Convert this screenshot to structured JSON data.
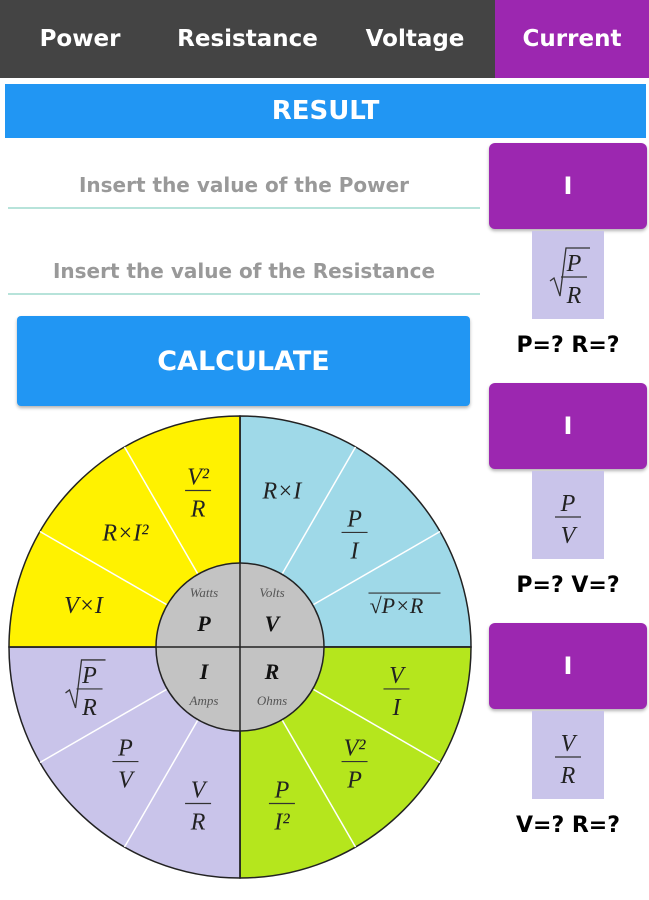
{
  "tabs": [
    {
      "label": "Power"
    },
    {
      "label": "Resistance"
    },
    {
      "label": "Voltage"
    },
    {
      "label": "Current",
      "active": true
    }
  ],
  "result_label": "RESULT",
  "inputs": {
    "power_placeholder": "Insert the value of the Power",
    "resistance_placeholder": "Insert the value of the Resistance"
  },
  "calculate_label": "CALCULATE",
  "cards": [
    {
      "button": "I",
      "formula": {
        "num": "P",
        "den": "R",
        "sqrt": true
      },
      "question": "P=? R=?"
    },
    {
      "button": "I",
      "formula": {
        "num": "P",
        "den": "V",
        "sqrt": false
      },
      "question": "P=? V=?"
    },
    {
      "button": "I",
      "formula": {
        "num": "V",
        "den": "R",
        "sqrt": false
      },
      "question": "V=? R=?"
    }
  ],
  "wheel": {
    "colors": {
      "P": "#fff200",
      "V": "#9fd9e8",
      "I": "#c9c4ea",
      "R": "#b5e61d",
      "center": "#c3c3c3"
    },
    "center": [
      {
        "unit": "Watts",
        "symbol": "P"
      },
      {
        "unit": "Volts",
        "symbol": "V"
      },
      {
        "unit": "Amps",
        "symbol": "I"
      },
      {
        "unit": "Ohms",
        "symbol": "R"
      }
    ],
    "segments": [
      {
        "q": "V",
        "text": "R×I"
      },
      {
        "q": "V",
        "num": "P",
        "den": "I"
      },
      {
        "q": "V",
        "text": "√P×R"
      },
      {
        "q": "R",
        "num": "V",
        "den": "I"
      },
      {
        "q": "R",
        "num": "V²",
        "den": "P"
      },
      {
        "q": "R",
        "num": "P",
        "den": "I²"
      },
      {
        "q": "I",
        "num": "V",
        "den": "R"
      },
      {
        "q": "I",
        "num": "P",
        "den": "V"
      },
      {
        "q": "I",
        "num": "P",
        "den": "R",
        "sqrt": true
      },
      {
        "q": "P",
        "text": "V×I"
      },
      {
        "q": "P",
        "text": "R×I²"
      },
      {
        "q": "P",
        "num": "V²",
        "den": "R"
      }
    ]
  }
}
